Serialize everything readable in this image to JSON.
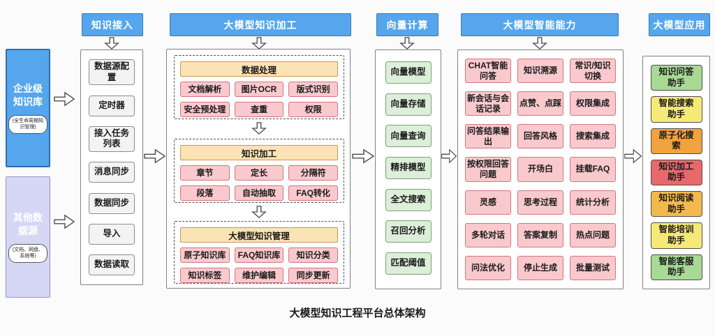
{
  "title": "大模型知识工程平台总体架构",
  "colors": {
    "header_blue": "#55A6EC",
    "source_purple": "#D6D7F5",
    "pink": "#F9C9CD",
    "green": "#DCEFD8",
    "orange_section": "#FCE3B5",
    "gray_item": "#F3F3F3",
    "app_green": "#A8D995",
    "app_yellow": "#F6E978",
    "app_orange": "#F1A33E",
    "app_red": "#E7696B",
    "app_amber": "#F4B94D"
  },
  "sources": [
    {
      "label": "企业级知识库",
      "sub": "(全生命周期知识管理)",
      "color": "#55A6EC"
    },
    {
      "label": "其他数据源",
      "sub": "(文档、网盘、系统等)",
      "color": "#D6D7F5"
    }
  ],
  "columns": {
    "access": {
      "header": "知识接入",
      "items": [
        "数据源配置",
        "定时器",
        "接入任务列表",
        "消息同步",
        "数据同步",
        "导入",
        "数据读取"
      ]
    },
    "processing": {
      "header": "大模型知识加工",
      "sections": [
        {
          "title": "数据处理",
          "items": [
            "文档解析",
            "图片OCR",
            "版式识别",
            "安全预处理",
            "查重",
            "权限"
          ]
        },
        {
          "title": "知识加工",
          "items": [
            "章节",
            "定长",
            "分隔符",
            "段落",
            "自动抽取",
            "FAQ转化"
          ]
        },
        {
          "title": "大模型知识管理",
          "items": [
            "原子知识库",
            "FAQ知识库",
            "知识分类",
            "知识标签",
            "维护编辑",
            "同步更新"
          ]
        }
      ]
    },
    "vector": {
      "header": "向量计算",
      "items": [
        "向量模型",
        "向量存储",
        "向量查询",
        "精排模型",
        "全文搜索",
        "召回分析",
        "匹配阈值"
      ]
    },
    "capability": {
      "header": "大模型智能能力",
      "items": [
        "CHAT智能问答",
        "知识溯源",
        "常识/知识切换",
        "新会话与会话记录",
        "点赞、点踩",
        "权限集成",
        "问答结果输出",
        "回答风格",
        "搜索集成",
        "按权限回答问题",
        "开场白",
        "挂载FAQ",
        "灵感",
        "思考过程",
        "统计分析",
        "多轮对话",
        "答案复制",
        "热点问题",
        "问法优化",
        "停止生成",
        "批量测试"
      ]
    },
    "apps": {
      "header": "大模型应用",
      "items": [
        {
          "label": "知识问答助手",
          "color": "#A8D995"
        },
        {
          "label": "智能搜索助手",
          "color": "#F6E978"
        },
        {
          "label": "原子化搜索",
          "color": "#F1A33E"
        },
        {
          "label": "知识加工助手",
          "color": "#E7696B"
        },
        {
          "label": "知识阅读助手",
          "color": "#F4B94D"
        },
        {
          "label": "智能培训助手",
          "color": "#F6E978"
        },
        {
          "label": "智能客服助手",
          "color": "#A8D995"
        }
      ]
    }
  }
}
